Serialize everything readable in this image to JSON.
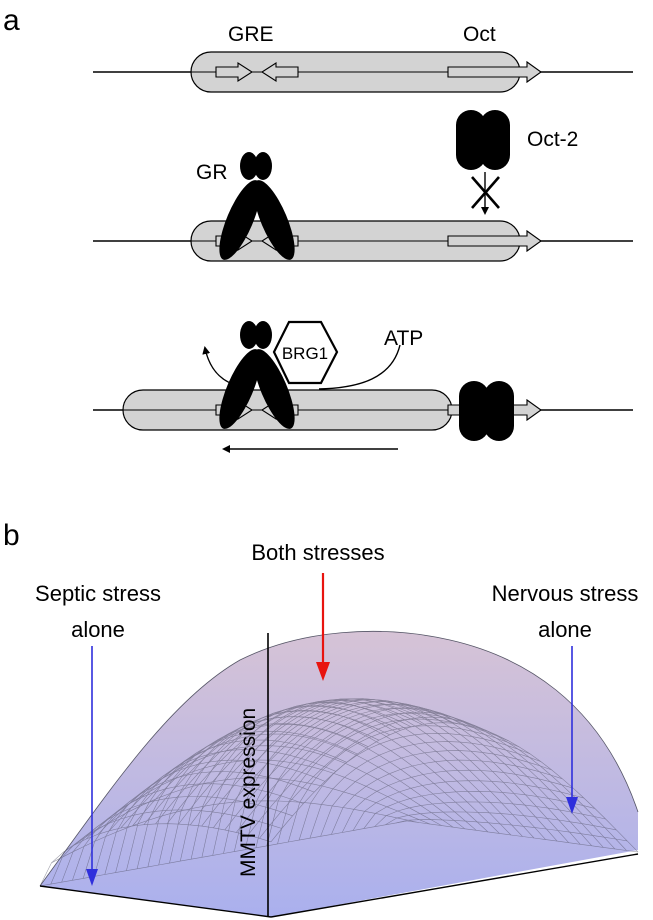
{
  "panel_a": {
    "letter": "a",
    "row1": {
      "gre_label": "GRE",
      "oct_label": "Oct"
    },
    "row2": {
      "gr_label": "GR",
      "oct2_label": "Oct-2"
    },
    "row3": {
      "brg1_label": "BRG1",
      "atp_label": "ATP"
    }
  },
  "panel_b": {
    "letter": "b",
    "arrow_center_label": "Both stresses",
    "arrow_left_label_line1": "Septic stress",
    "arrow_left_label_line2": "alone",
    "arrow_right_label_line1": "Nervous stress",
    "arrow_right_label_line2": "alone",
    "axis_label": "MMTV expression"
  },
  "colors": {
    "nucleosome_fill": "#d3d3d3",
    "surface_top": "#d2b8cf",
    "surface_bottom": "#b3b6ee",
    "mesh_line": "#5a5a6a",
    "arrow_red": "#e8140f",
    "arrow_blue": "#2f2fdc"
  }
}
